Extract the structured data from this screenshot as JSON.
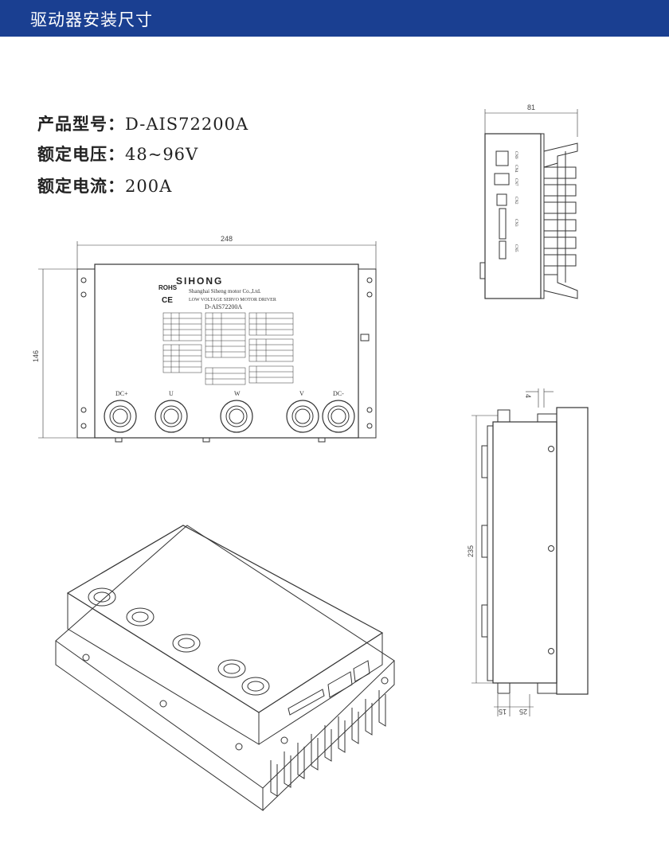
{
  "header": {
    "title": "驱动器安装尺寸",
    "bg_color": "#1a3f91"
  },
  "specs": [
    {
      "label": "产品型号：",
      "value": "D-AIS72200A"
    },
    {
      "label": "额定电压：",
      "value": "48~96V"
    },
    {
      "label": "额定电流：",
      "value": "200A"
    }
  ],
  "front_view": {
    "width_dim": "248",
    "height_dim": "146",
    "brand": "SIHONG",
    "company": "Shanghai Siheng motor Co.,Ltd.",
    "line2": "LOW VOLTAGE SERVO MOTOR DRIVER",
    "model": "D-AIS72200A",
    "rohs": "ROHS",
    "ce": "CE",
    "terminals": [
      "DC+",
      "U",
      "W",
      "V",
      "DC-"
    ]
  },
  "side_view": {
    "width_dim": "81",
    "connectors": [
      "CN9",
      "CN4",
      "CN7",
      "CN2",
      "CN3",
      "CN5"
    ]
  },
  "bottom_view": {
    "top_dim": "4",
    "height_dim": "235",
    "bottom_dims": [
      "15",
      "25"
    ]
  }
}
